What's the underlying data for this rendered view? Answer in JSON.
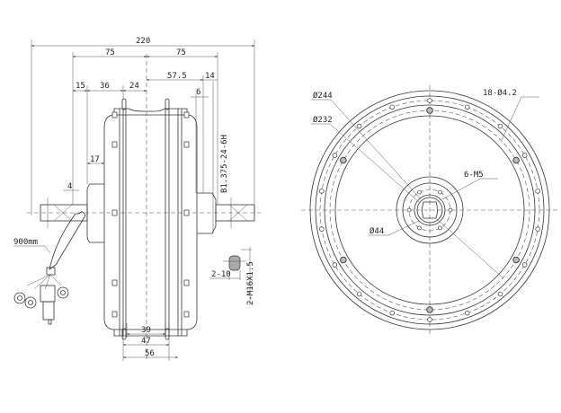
{
  "side_view": {
    "dims": {
      "overall_width": "220",
      "left_half": "75",
      "right_half": "75",
      "right_flange": "57.5",
      "right_axle_offset": "14",
      "left_axle": "15",
      "left_hub": "36",
      "left_rim_half": "24",
      "right_step": "6",
      "left_step": "17",
      "left_small": "4",
      "thread_spec": "B1.375-24-6H",
      "cable_length": "900mm",
      "flat_width": "2-10",
      "axle_thread": "2-M16X1.5",
      "rim_inner": "39",
      "rim_mid": "47",
      "rim_outer": "56"
    }
  },
  "front_view": {
    "labels": {
      "outer_diameter": "Ø244",
      "bolt_circle": "Ø232",
      "holes": "18-Ø4.2",
      "hub_holes": "6-M5",
      "hub_diameter": "Ø44"
    }
  }
}
